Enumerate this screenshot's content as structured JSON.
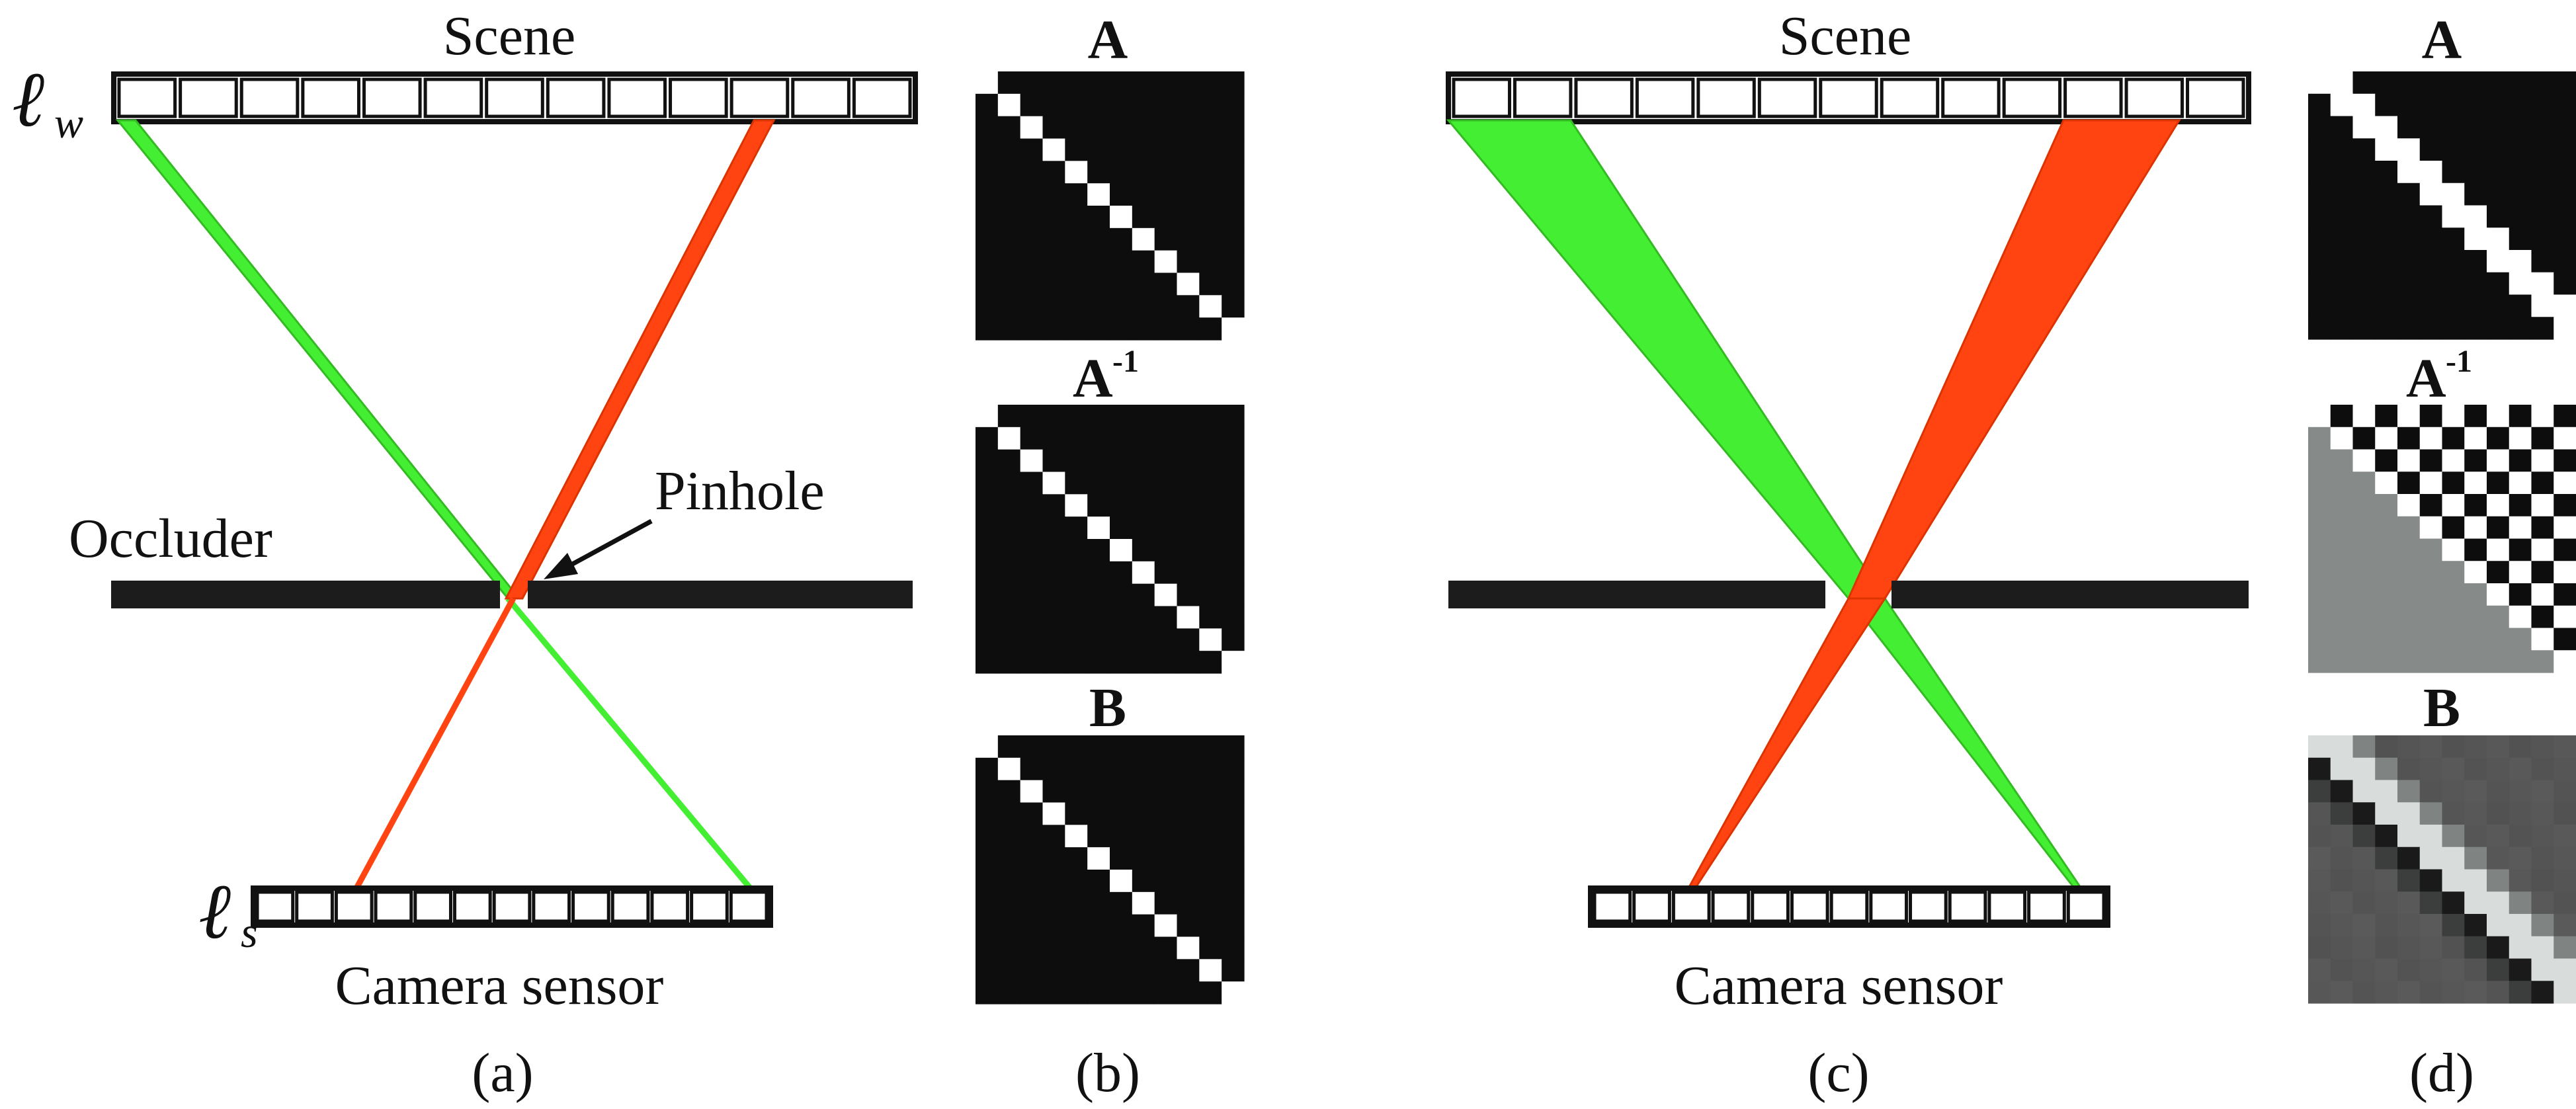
{
  "labels": {
    "scene": "Scene",
    "camera_sensor": "Camera sensor",
    "occluder": "Occluder",
    "pinhole": "Pinhole",
    "lw_base": "ℓ",
    "lw_sub": "w",
    "ls_base": "ℓ",
    "ls_sub": "s"
  },
  "panels": {
    "a": "(a)",
    "b": "(b)",
    "c": "(c)",
    "d": "(d)"
  },
  "matrices": {
    "A": "A",
    "Ainv_base": "A",
    "Ainv_sup": "-1",
    "B": "B"
  },
  "colors": {
    "green_ray": "#44ee33",
    "red_ray": "#ff4411",
    "matrix_dark": "#0d0d0d",
    "matrix_light": "#ffffff",
    "matrix_gray": "#868a88",
    "B_bg": "#575b5a"
  },
  "scene_cells": 13,
  "sensor_cells": 13,
  "matrix_size": 12
}
